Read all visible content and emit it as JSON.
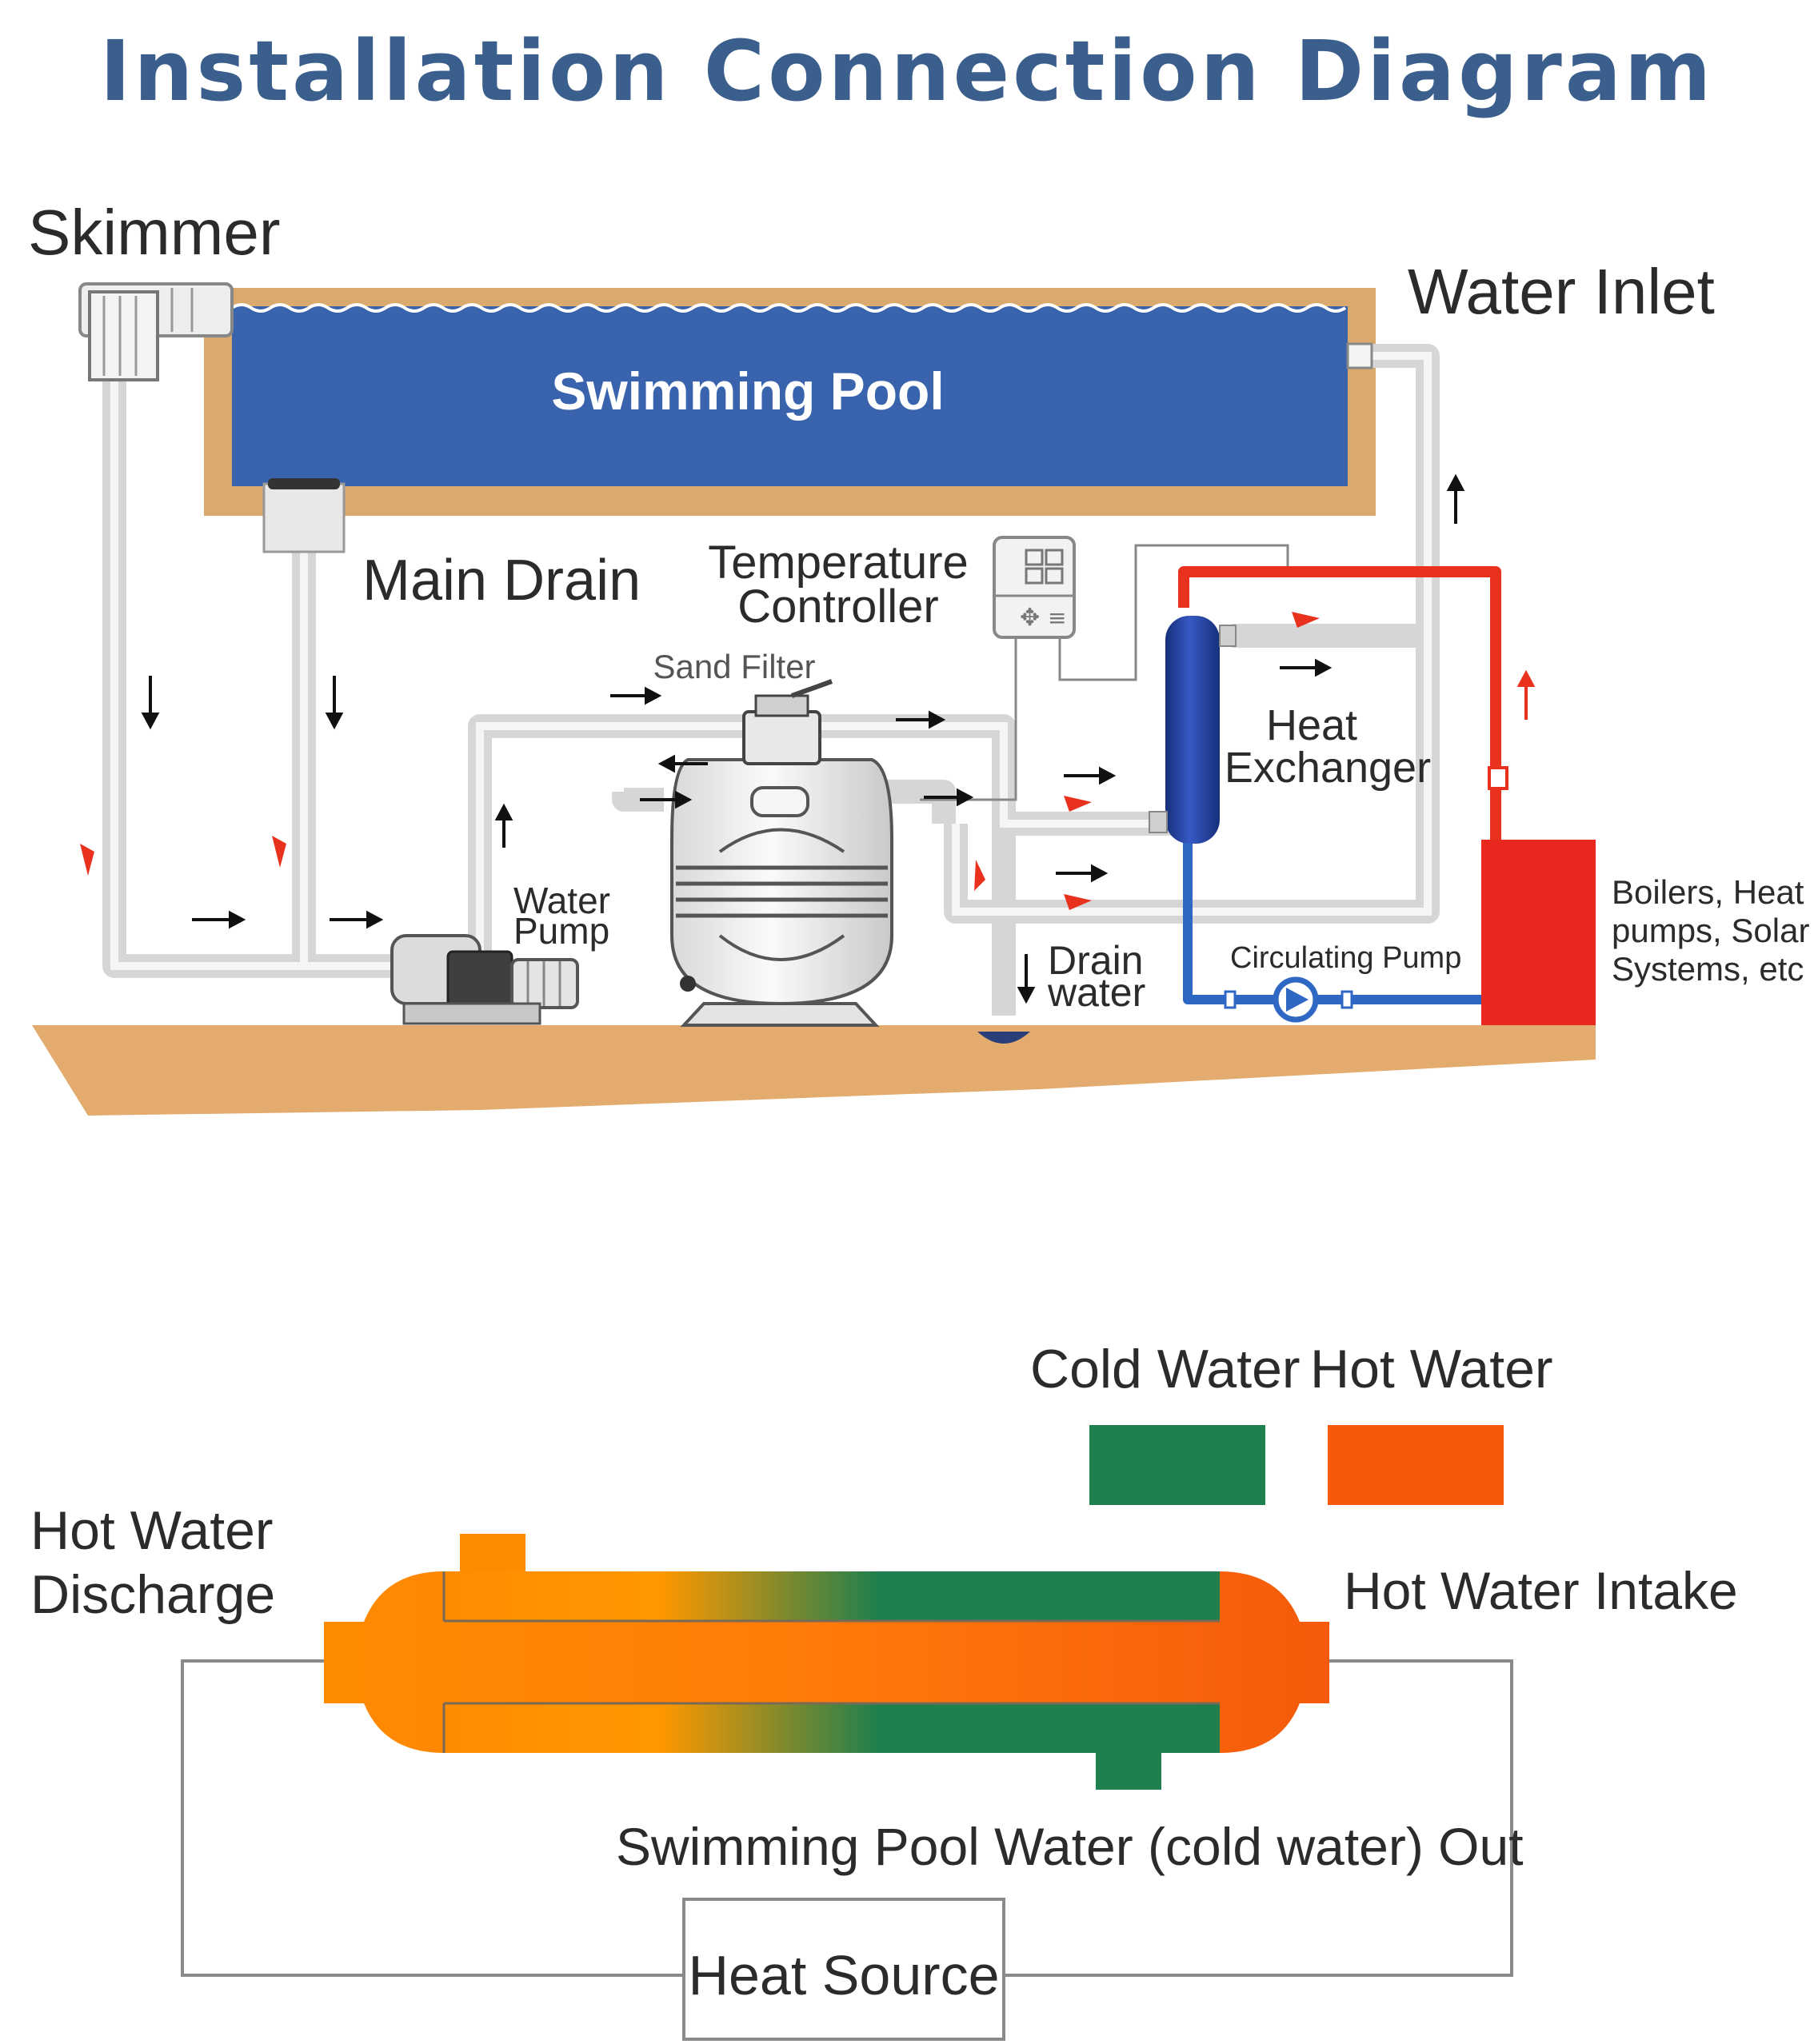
{
  "title": "Installation Connection Diagram",
  "top_diagram": {
    "skimmer": "Skimmer",
    "water_inlet": "Water Inlet",
    "swimming_pool": "Swimming Pool",
    "main_drain": "Main Drain",
    "temperature_controller": [
      "Temperature",
      "Controller"
    ],
    "sand_filter": "Sand Filter",
    "heat_exchanger": [
      "Heat",
      "Exchanger"
    ],
    "water_pump": [
      "Water",
      "Pump"
    ],
    "drain_water": [
      "Drain",
      "water"
    ],
    "circulating_pump": "Circulating Pump",
    "heat_source_types": [
      "Boilers, Heat",
      "pumps, Solar",
      "Systems, etc"
    ]
  },
  "legend": {
    "cold_label": "Cold Water",
    "hot_label": "Hot Water",
    "cold_color": "#1f7f4f",
    "hot_color": "#f45a0a"
  },
  "bottom_diagram": {
    "hot_water_discharge": [
      "Hot Water",
      "Discharge"
    ],
    "hot_water_intake": "Hot Water Intake",
    "pool_water_out": "Swimming Pool Water (cold water) Out",
    "heat_source": "Heat Source"
  },
  "colors": {
    "title": "#3b5f8c",
    "pool": "#3a63ad",
    "ground": "#e3ab6e",
    "hot_pipe": "#e8321e",
    "cold_pipe": "#2f68c4",
    "heat_source_box": "#e8281e",
    "exchanger": "#1f3e9c"
  }
}
